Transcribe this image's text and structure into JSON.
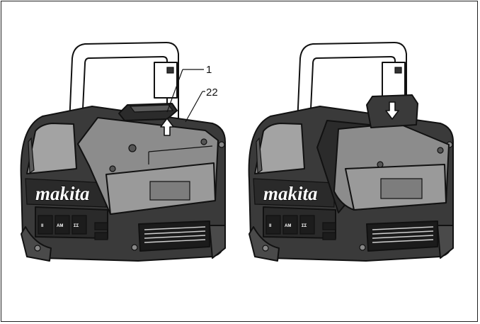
{
  "figure": {
    "callouts": [
      {
        "id": "1",
        "text": "1"
      },
      {
        "id": "22",
        "text": "22"
      }
    ],
    "brand_logo": "makita",
    "colors": {
      "outline": "#111111",
      "body_dark": "#3a3a3a",
      "battery_gray": "#8c8c8c",
      "highlight_gray": "#a3a3a3",
      "background": "#ffffff"
    },
    "icons": [
      "arrow-up-icon",
      "arrow-down-icon"
    ]
  }
}
